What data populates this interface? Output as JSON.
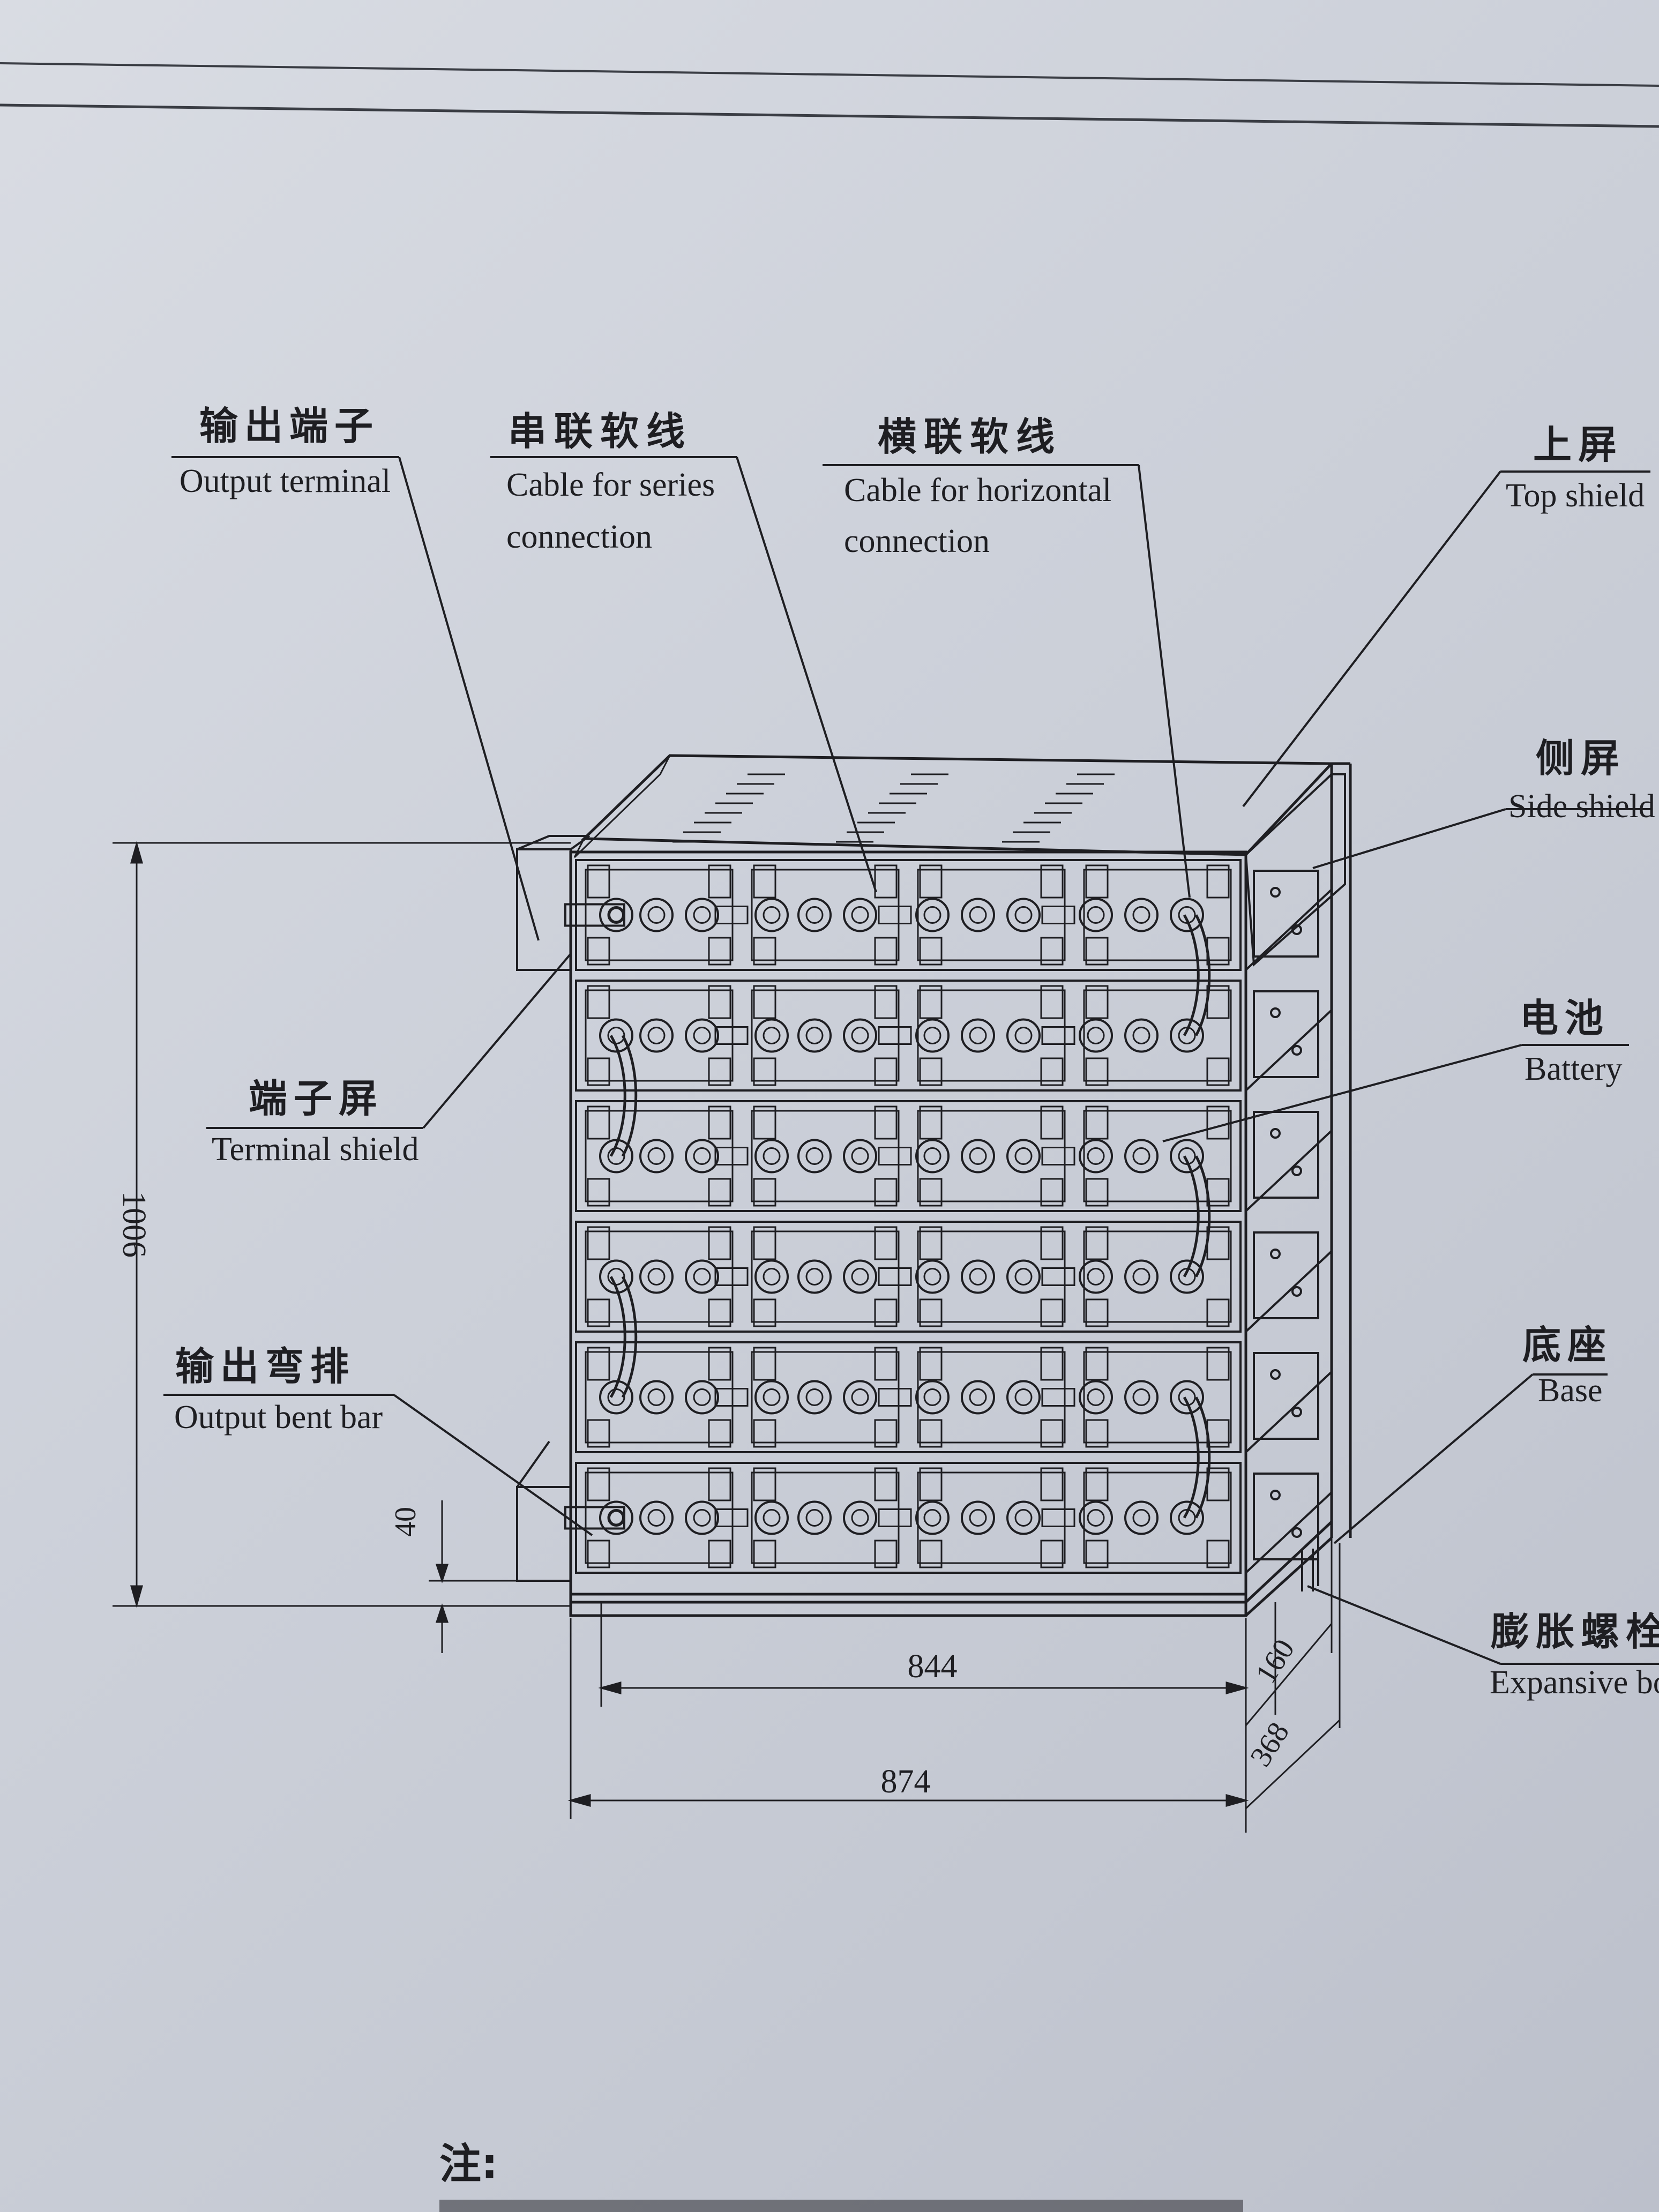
{
  "labels": {
    "output_terminal": {
      "cn": "输出端子",
      "en": "Output terminal"
    },
    "series_cable": {
      "cn": "串联软线",
      "en_line1": "Cable for series",
      "en_line2": "connection"
    },
    "horizontal_cable": {
      "cn": "横联软线",
      "en_line1": "Cable for horizontal",
      "en_line2": "connection"
    },
    "top_shield": {
      "cn": "上屏",
      "en": "Top shield"
    },
    "side_shield": {
      "cn": "侧屏",
      "en": "Side shield"
    },
    "battery": {
      "cn": "电池",
      "en": "Battery"
    },
    "terminal_shield": {
      "cn": "端子屏",
      "en": "Terminal shield"
    },
    "base": {
      "cn": "底座",
      "en": "Base"
    },
    "output_bent_bar": {
      "cn": "输出弯排",
      "en": "Output bent bar"
    },
    "expansive_bolt": {
      "cn": "膨胀螺栓",
      "en": "Expansive bol"
    }
  },
  "dimensions": {
    "height": "1006",
    "base_gap": "40",
    "inner_width": "844",
    "outer_width": "874",
    "depth_inner": "160",
    "depth_outer": "368"
  },
  "note_label": "注:",
  "colors": {
    "paper": "#d5d8df",
    "ink": "#1e1e22"
  }
}
